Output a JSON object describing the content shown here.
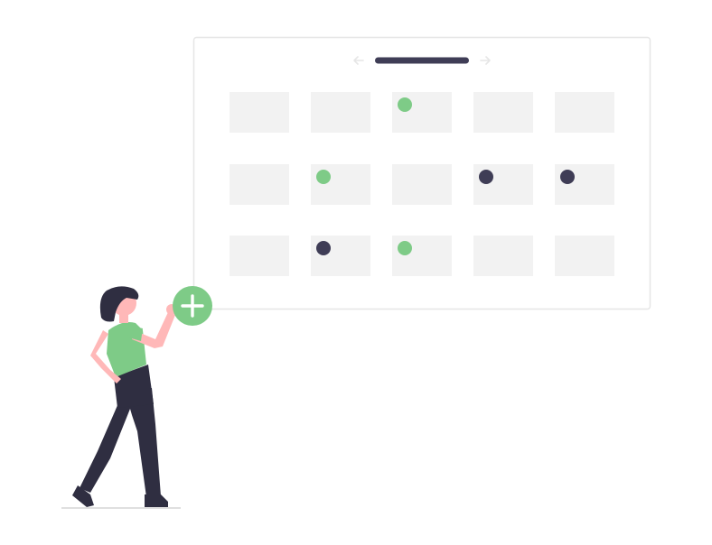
{
  "colors": {
    "background": "#ffffff",
    "frame_border": "#e6e6e6",
    "cell": "#f2f2f2",
    "accent_green": "#7ecb87",
    "dark": "#3f3d56",
    "skin": "#ffb8b8",
    "hair": "#2f2e41",
    "pants": "#2f2e41",
    "arrow": "#e6e6e6",
    "floor": "#cccccc"
  },
  "icons": {
    "prev": "arrow-left-icon",
    "next": "arrow-right-icon",
    "add": "plus-icon"
  },
  "calendar": {
    "rows": [
      [
        "empty",
        "empty",
        "green",
        "empty",
        "empty"
      ],
      [
        "empty",
        "green",
        "empty",
        "dark",
        "dark"
      ],
      [
        "empty",
        "dark",
        "green",
        "empty",
        "empty"
      ]
    ]
  }
}
